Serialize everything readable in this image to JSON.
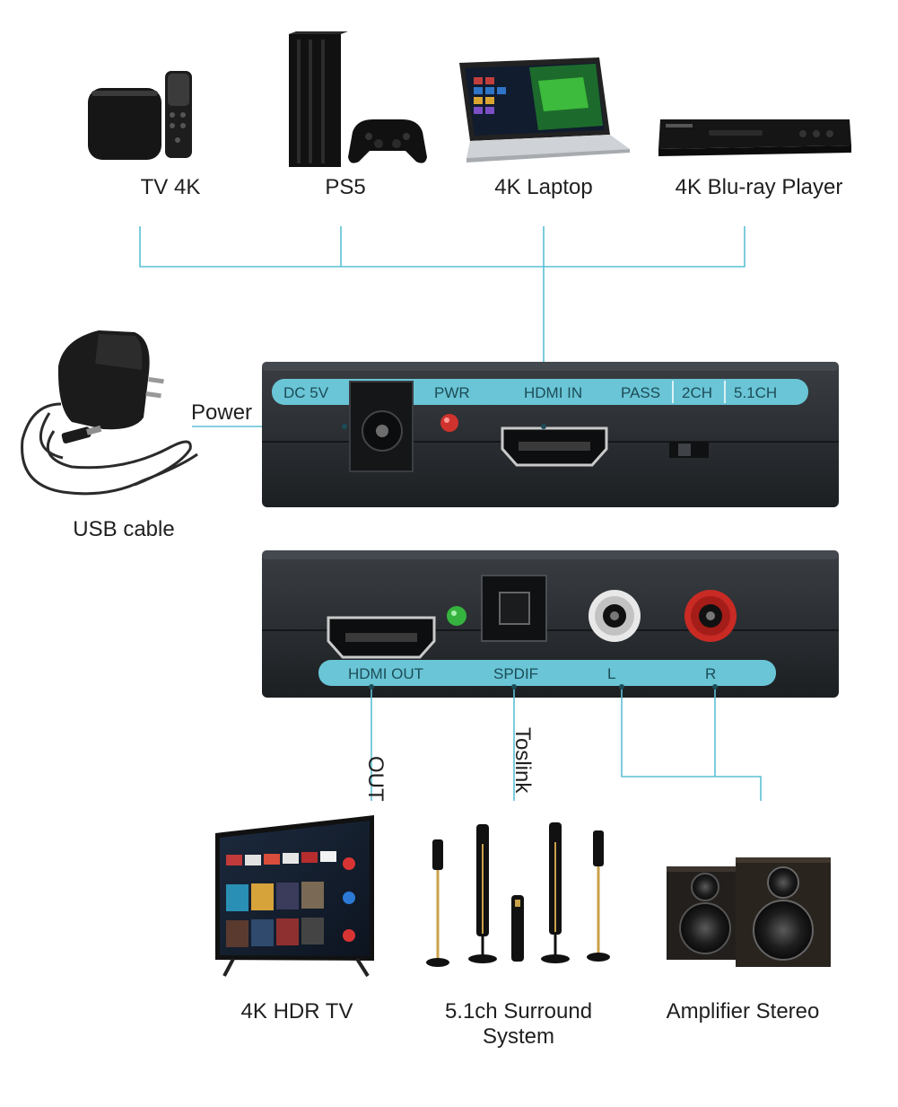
{
  "sources": {
    "tv4k": "TV 4K",
    "ps5": "PS5",
    "laptop": "4K Laptop",
    "bluray": "4K Blu-ray Player"
  },
  "power": {
    "label": "Power",
    "adapter_label": "USB cable"
  },
  "input_panel": {
    "labels": {
      "dc": "DC 5V",
      "pwr": "PWR",
      "hdmi_in": "HDMI IN",
      "pass": "PASS",
      "ch2": "2CH",
      "ch51": "5.1CH"
    }
  },
  "output_panel": {
    "labels": {
      "hdmi_out": "HDMI OUT",
      "spdif": "SPDIF",
      "left": "L",
      "right": "R"
    }
  },
  "connections": {
    "out": "OUT",
    "toslink": "Toslink"
  },
  "destinations": {
    "tv": "4K HDR TV",
    "surround_line1": "5.1ch Surround",
    "surround_line2": "System",
    "amplifier": "Amplifier Stereo"
  },
  "colors": {
    "accent": "#6ac5d6",
    "device_body": "#26292d",
    "line": "#5cc0d4"
  }
}
